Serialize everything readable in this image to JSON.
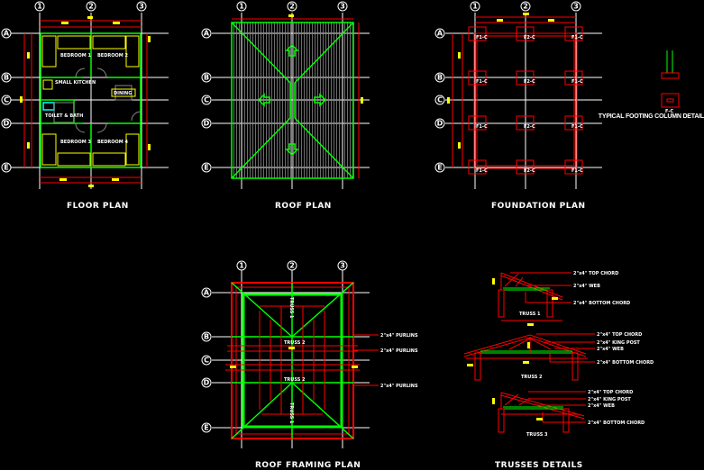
{
  "sheet": {
    "colors": {
      "background": "#000000",
      "gridlines": "#ffffff",
      "dimensions": "#ff0000",
      "walls": "#00ff00",
      "furniture": "#ffff00",
      "fixtures": "#00ffff"
    },
    "grid_columns": [
      "1",
      "2",
      "3"
    ],
    "grid_rows": [
      "A",
      "B",
      "C",
      "D",
      "E"
    ]
  },
  "floor_plan": {
    "title": "FLOOR PLAN",
    "rooms": [
      {
        "label": "BEDROOM 1"
      },
      {
        "label": "BEDROOM 2"
      },
      {
        "label": "SMALL KITCHEN"
      },
      {
        "label": "TOILET & BATH"
      },
      {
        "label": "DINING"
      },
      {
        "label": "BEDROOM 3"
      },
      {
        "label": "BEDROOM 4"
      }
    ]
  },
  "roof_plan": {
    "title": "ROOF PLAN"
  },
  "foundation_plan": {
    "title": "FOUNDATION PLAN",
    "footing_tags": [
      "F1-C",
      "F2-C",
      "F1-C",
      "F1-C",
      "F2-C",
      "F1-C",
      "F1-C",
      "F2-C",
      "F1-C",
      "F1-C",
      "F2-C",
      "F1-C"
    ],
    "detail_tag": "F-C",
    "detail_caption": "TYPICAL FOOTING COLUMN DETAIL"
  },
  "roof_framing_plan": {
    "title": "ROOF FRAMING PLAN",
    "truss_labels": [
      "TRUSS 1",
      "TRUSS 2",
      "TRUSS 2",
      "TRUSS 1"
    ],
    "callouts": [
      "2\"x4\" PURLINS",
      "2\"x4\" PURLINS",
      "2\"x4\" PURLINS"
    ]
  },
  "trusses_details": {
    "title": "TRUSSES DETAILS",
    "truss1": {
      "name": "TRUSS 1",
      "callouts": [
        "2\"x4\" TOP CHORD",
        "2\"x4\" WEB",
        "2\"x4\" BOTTOM CHORD"
      ]
    },
    "truss2": {
      "name": "TRUSS 2",
      "callouts": [
        "2\"x4\" TOP CHORD",
        "2\"x4\" KING POST",
        "2\"x4\" WEB",
        "2\"x4\" BOTTOM CHORD"
      ]
    },
    "truss3": {
      "name": "TRUSS 3",
      "callouts": [
        "2\"x4\" TOP CHORD",
        "2\"x4\" KING POST",
        "2\"x4\" WEB",
        "2\"x4\" BOTTOM CHORD"
      ]
    }
  }
}
